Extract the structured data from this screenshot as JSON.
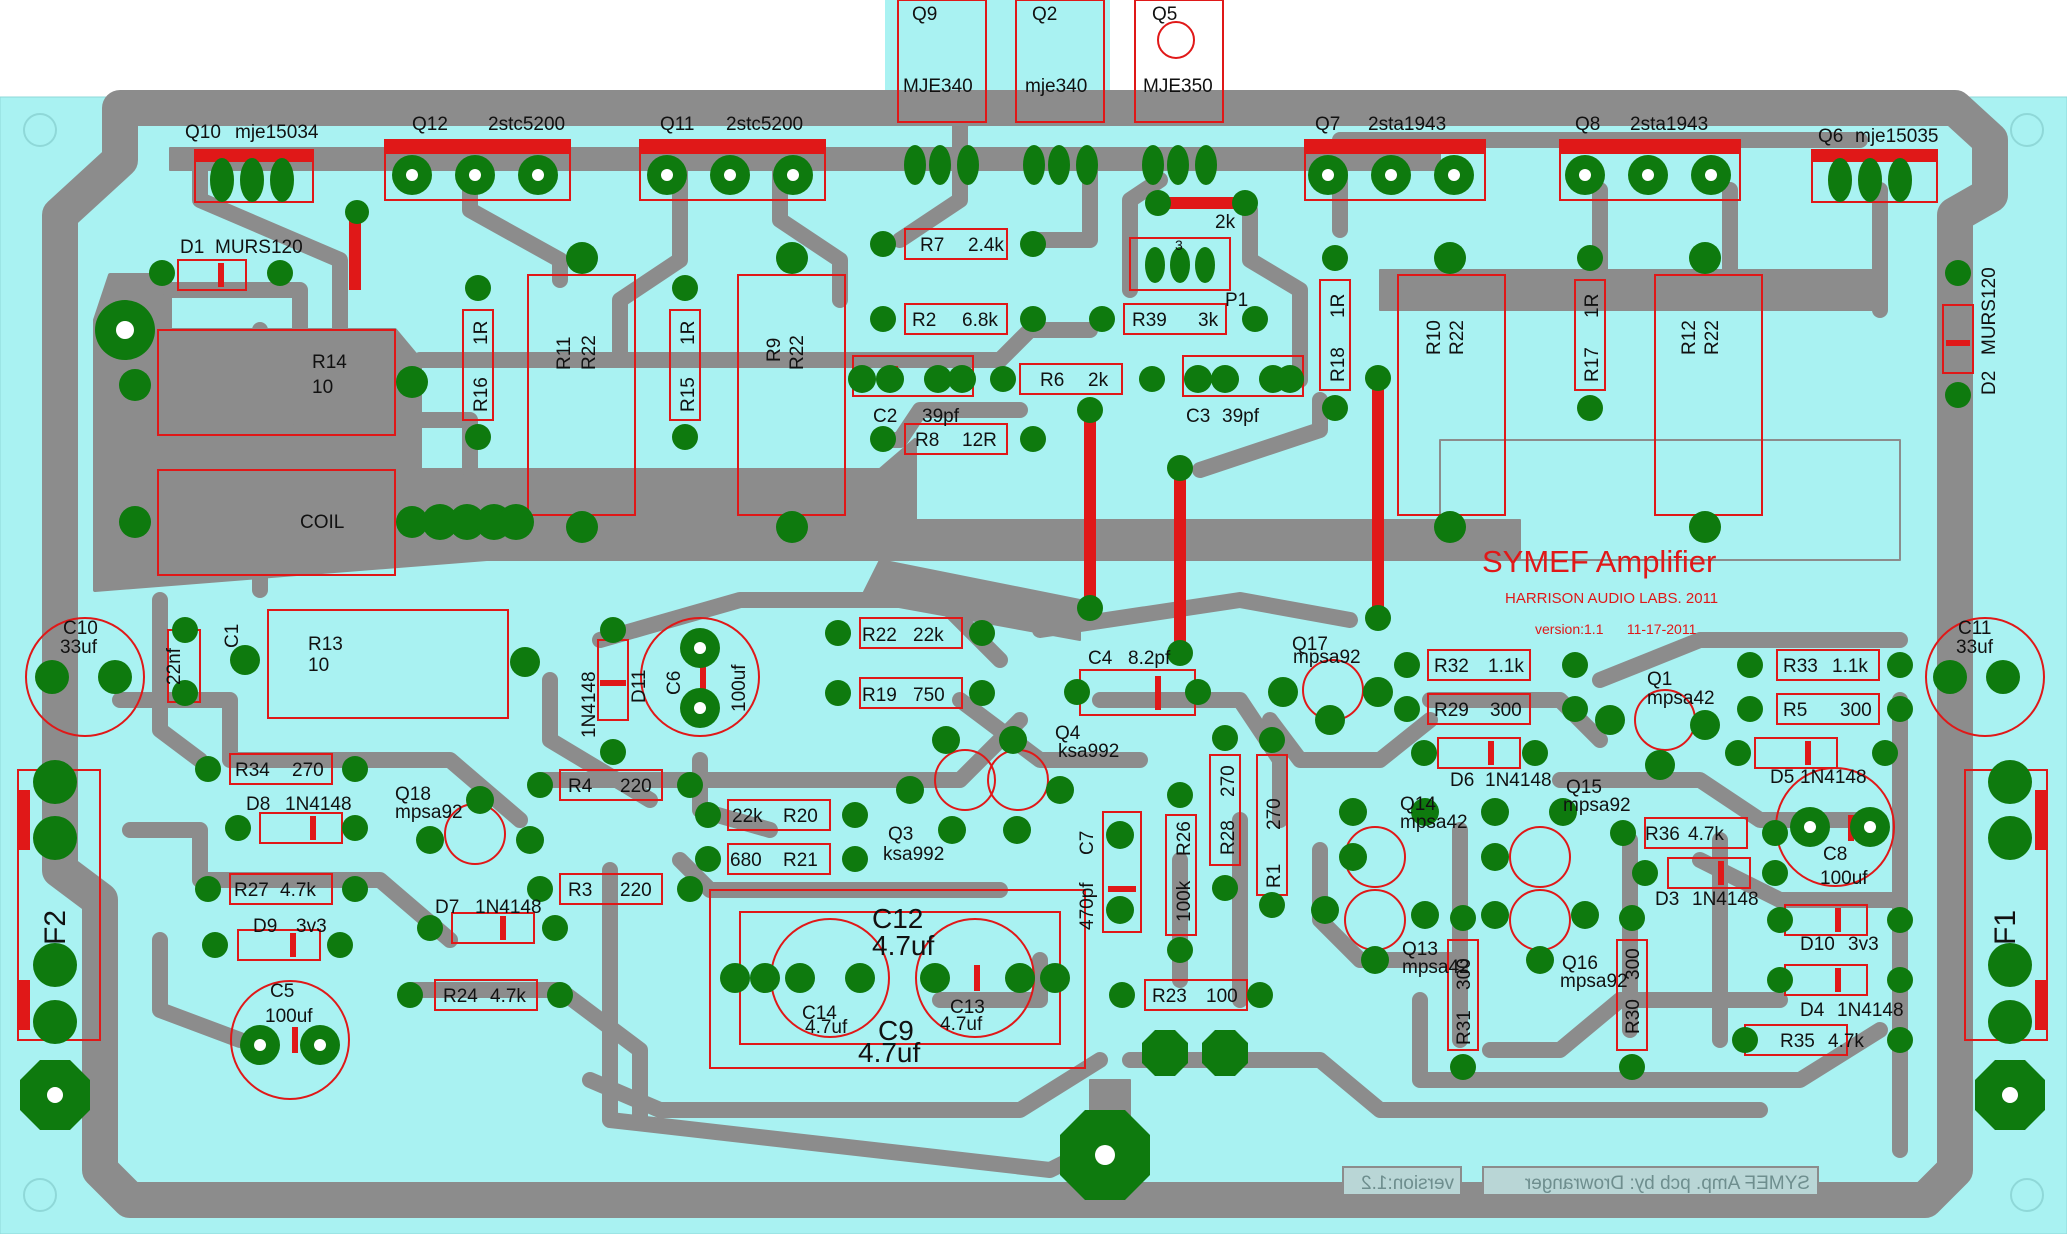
{
  "colors": {
    "board": "#A9F2F2",
    "copper": "#8C8C8C",
    "pad": "#0E7A0E",
    "silk": "#E01818",
    "text": "#111111"
  },
  "labels": {
    "q9": "Q9",
    "q2": "Q2",
    "q5": "Q5",
    "q9_part": "MJE340",
    "q2_part": "mje340",
    "q5_part": "MJE350",
    "q10": "Q10",
    "q10_part": "mje15034",
    "q12": "Q12",
    "q12_part": "2stc5200",
    "q11": "Q11",
    "q11_part": "2stc5200",
    "q7": "Q7",
    "q7_part": "2sta1943",
    "q8": "Q8",
    "q8_part": "2sta1943",
    "q6": "Q6",
    "q6_part": "mje15035",
    "d1": "D1",
    "d1_part": "MURS120",
    "d2": "D2",
    "d2_part": "MURS120",
    "r7": "R7",
    "r7_val": "2.4k",
    "r2": "R2",
    "r2_val": "6.8k",
    "r39": "R39",
    "r39_val": "3k",
    "r6": "R6",
    "r6_val": "2k",
    "r8": "R8",
    "r8_val": "12R",
    "c2": "C2",
    "c2_val": "39pf",
    "c3": "C3",
    "c3_val": "39pf",
    "p1": "P1",
    "p1_val": "2k",
    "p1_pin": "3",
    "r14": "R14",
    "r14_val": "10",
    "r16": "R16",
    "r16_val": "1R",
    "r11": "R11",
    "r11_val": "R22",
    "r15": "R15",
    "r15_val": "1R",
    "r9": "R9",
    "r9_val": "R22",
    "r18": "R18",
    "r18_val": "1R",
    "r10": "R10",
    "r10_val": "R22",
    "r17": "R17",
    "r17_val": "1R",
    "r12": "R12",
    "r12_val": "R22",
    "coil": "COIL",
    "title": "SYMEF  Amplifier",
    "subtitle": "HARRISON AUDIO LABS. 2011",
    "version_line": "version:1.1      11-17-2011",
    "c10": "C10",
    "c10_val": "33uf",
    "c11": "C11",
    "c11_val": "33uf",
    "c1": "C1",
    "c1_val": "22nf",
    "r13": "R13",
    "r13_val": "10",
    "d11": "D11",
    "d11_part": "1N4148",
    "c6": "C6",
    "c6_val": "100uf",
    "r22": "R22",
    "r22_val": "22k",
    "r19": "R19",
    "r19_val": "750",
    "c4": "C4",
    "c4_val": "8.2pf",
    "q17": "Q17",
    "q17_part": "mpsa92",
    "r32": "R32",
    "r32_val": "1.1k",
    "r29": "R29",
    "r29_val": "300",
    "q1": "Q1",
    "q1_part": "mpsa42",
    "r33": "R33",
    "r33_val": "1.1k",
    "r5": "R5",
    "r5_val": "300",
    "r34": "R34",
    "r34_val": "270",
    "d8": "D8",
    "d8_part": "1N4148",
    "q18": "Q18",
    "q18_part": "mpsa92",
    "r4": "R4",
    "r4_val": "220",
    "r20": "R20",
    "r20_val": "22k",
    "r21": "R21",
    "r21_val": "680",
    "q4": "Q4",
    "q4_part": "ksa992",
    "q3": "Q3",
    "q3_part": "ksa992",
    "r28": "R28",
    "r28_val": "270",
    "r1": "R1",
    "r1_val": "270",
    "r26": "R26",
    "r26_val": "100k",
    "c7": "C7",
    "c7_val": "470pf",
    "d6": "D6",
    "d6_part": "1N4148",
    "d5": "D5",
    "d5_part": "1N4148",
    "q15": "Q15",
    "q15_part": "mpsa92",
    "q14": "Q14",
    "q14_part": "mpsa42",
    "r36": "R36",
    "r36_val": "4.7k",
    "c8": "C8",
    "c8_val": "100uf",
    "r27": "R27",
    "r27_val": "4.7k",
    "d7": "D7",
    "d7_part": "1N4148",
    "r3": "R3",
    "r3_val": "220",
    "c12": "C12",
    "c12_val": "4.7uf",
    "c14": "C14",
    "c14_val": "4.7uf",
    "c13": "C13",
    "c13_val": "4.7uf",
    "c9": "C9",
    "c9_val": "4.7uf",
    "d9": "D9",
    "d9_part": "3v3",
    "c5": "C5",
    "c5_val": "100uf",
    "r24": "R24",
    "r24_val": "4.7k",
    "r23": "R23",
    "r23_val": "100",
    "q13": "Q13",
    "q13_part": "mpsa42",
    "r31": "R31",
    "r31_val": "300",
    "q16": "Q16",
    "q16_part": "mpsa92",
    "r30": "R30",
    "r30_val": "300",
    "d3": "D3",
    "d3_part": "1N4148",
    "d10": "D10",
    "d10_part": "3v3",
    "d4": "D4",
    "d4_part": "1N4148",
    "r35": "R35",
    "r35_val": "4.7k",
    "f1": "F1",
    "f2": "F2",
    "mirror_version": "version:1.2",
    "mirror_credit": "SYMEF Amp. pcb by: Drowranger"
  }
}
